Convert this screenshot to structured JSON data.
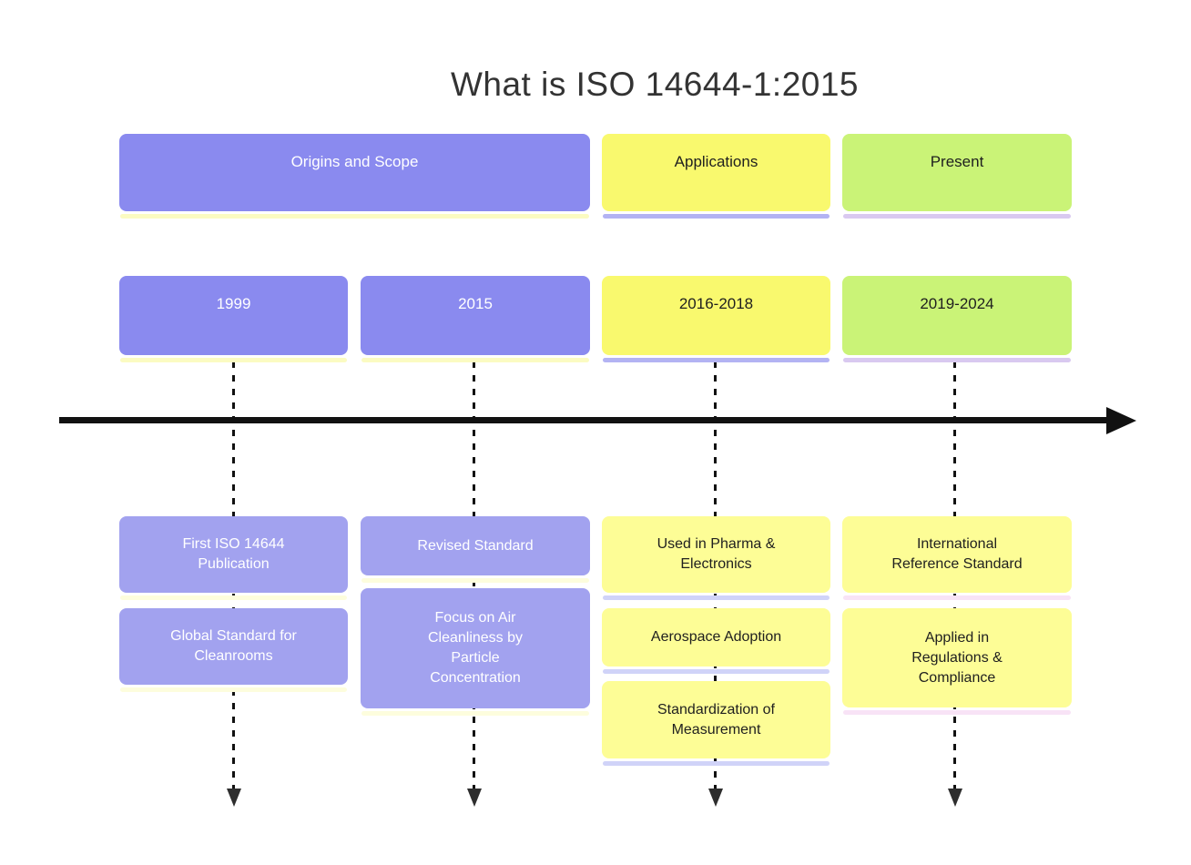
{
  "title": "What is ISO 14644-1:2015",
  "colors": {
    "title_text": "#333333",
    "text_dark": "#1f1f1f",
    "text_light": "#ffffff",
    "axis": "#111111",
    "arrow": "#2e2e2e",
    "purple": "#8a8aef",
    "purple_light": "#a2a2ef",
    "yellow": "#f9f96e",
    "yellow_light": "#fdfd96",
    "green": "#caf377",
    "strip_yellow": "#fbfbc2",
    "strip_yellow_light": "#fdfddd",
    "strip_periwinkle": "#b3b3f3",
    "strip_periwinkle_light": "#d0d3f8",
    "strip_lavender": "#d9c9f0",
    "strip_pink": "#f8e3f6"
  },
  "timeline": {
    "sections": [
      {
        "label": "Origins and Scope"
      },
      {
        "label": "Applications"
      },
      {
        "label": "Present"
      }
    ],
    "columns": [
      {
        "period": "1999",
        "events": [
          {
            "label": "First ISO 14644\nPublication"
          },
          {
            "label": "Global Standard for\nCleanrooms"
          }
        ]
      },
      {
        "period": "2015",
        "events": [
          {
            "label": "Revised Standard"
          },
          {
            "label": "Focus on Air\nCleanliness by\nParticle\nConcentration"
          }
        ]
      },
      {
        "period": "2016-2018",
        "events": [
          {
            "label": "Used in Pharma &\nElectronics"
          },
          {
            "label": "Aerospace Adoption"
          },
          {
            "label": "Standardization of\nMeasurement"
          }
        ]
      },
      {
        "period": "2019-2024",
        "events": [
          {
            "label": "International\nReference Standard"
          },
          {
            "label": "Applied in\nRegulations &\nCompliance"
          }
        ]
      }
    ]
  }
}
